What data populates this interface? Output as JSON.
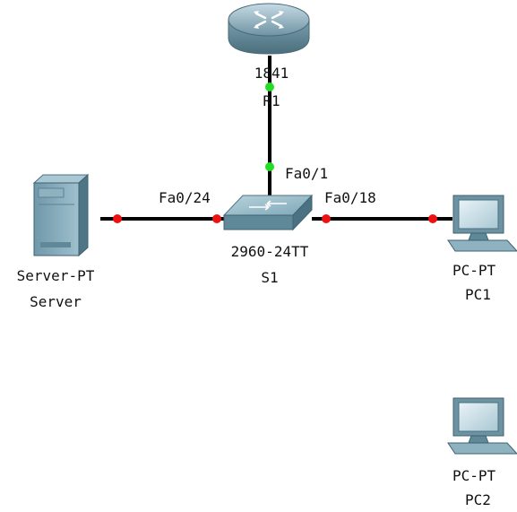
{
  "colors": {
    "link": "#000000",
    "port_up": "#22dd22",
    "port_down": "#ee1111"
  },
  "devices": {
    "router": {
      "model": "1841",
      "name": "R1",
      "icon": "router-icon"
    },
    "switch": {
      "model": "2960-24TT",
      "name": "S1",
      "icon": "switch-icon"
    },
    "server": {
      "model": "Server-PT",
      "name": "Server",
      "icon": "server-icon"
    },
    "pc1": {
      "model": "PC-PT",
      "name": "PC1",
      "icon": "pc-icon"
    },
    "pc2": {
      "model": "PC-PT",
      "name": "PC2",
      "icon": "pc-icon"
    }
  },
  "ports": {
    "s1_uplink": "Fa0/1",
    "s1_server": "Fa0/24",
    "s1_pc1": "Fa0/18"
  },
  "links": [
    {
      "from": "R1",
      "to": "S1",
      "port": "Fa0/1",
      "status": "up"
    },
    {
      "from": "Server",
      "to": "S1",
      "port": "Fa0/24",
      "status": "down"
    },
    {
      "from": "S1",
      "to": "PC1",
      "port": "Fa0/18",
      "status": "down"
    }
  ]
}
